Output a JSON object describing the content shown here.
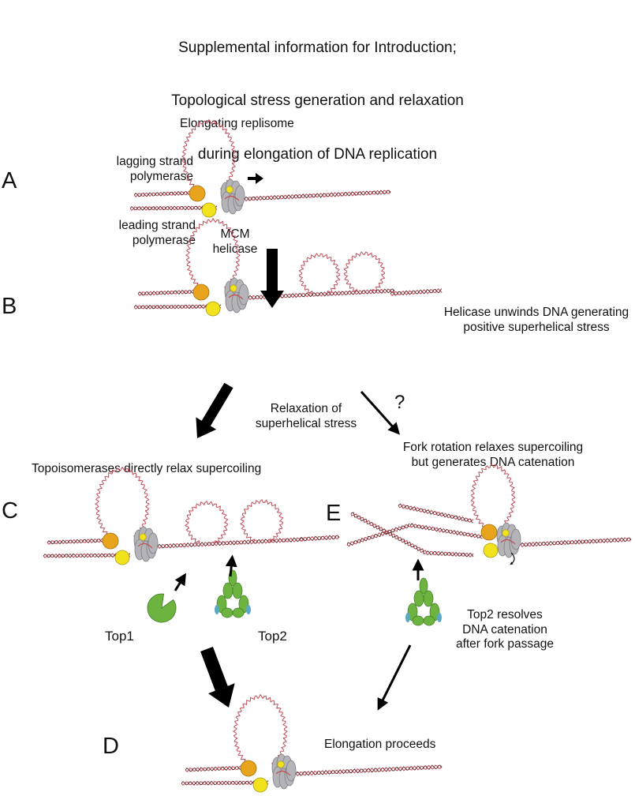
{
  "title_lines": [
    "Supplemental information for Introduction;",
    "Topological stress generation and relaxation",
    "during elongation of DNA replication"
  ],
  "panels": {
    "A": "A",
    "B": "B",
    "C": "C",
    "D": "D",
    "E": "E"
  },
  "labels": {
    "elongating_replisome": "Elongating replisome",
    "lagging_polymerase": "lagging strand\npolymerase",
    "leading_polymerase": "leading strand\npolymerase",
    "mcm_helicase": "MCM\nhelicase",
    "helicase_unwinds": "Helicase unwinds DNA generating\npositive superhelical stress",
    "relaxation": "Relaxation of\nsuperhelical stress",
    "question": "?",
    "topo_direct": "Topoisomerases directly relax supercoiling",
    "fork_rotation": "Fork rotation relaxes supercoiling\nbut generates DNA catenation",
    "top1": "Top1",
    "top2": "Top2",
    "top2_resolves": "Top2 resolves\nDNA catenation\nafter fork passage",
    "elongation_proceeds": "Elongation proceeds"
  },
  "colors": {
    "dna": "#c0505a",
    "dna_dark": "#5a1e24",
    "lagging_pol": "#e8a41c",
    "leading_pol": "#f2e21e",
    "mcm": "#b4b4b8",
    "top": "#6db33f",
    "top_accent": "#5aa7c6",
    "arrow": "#000000"
  }
}
